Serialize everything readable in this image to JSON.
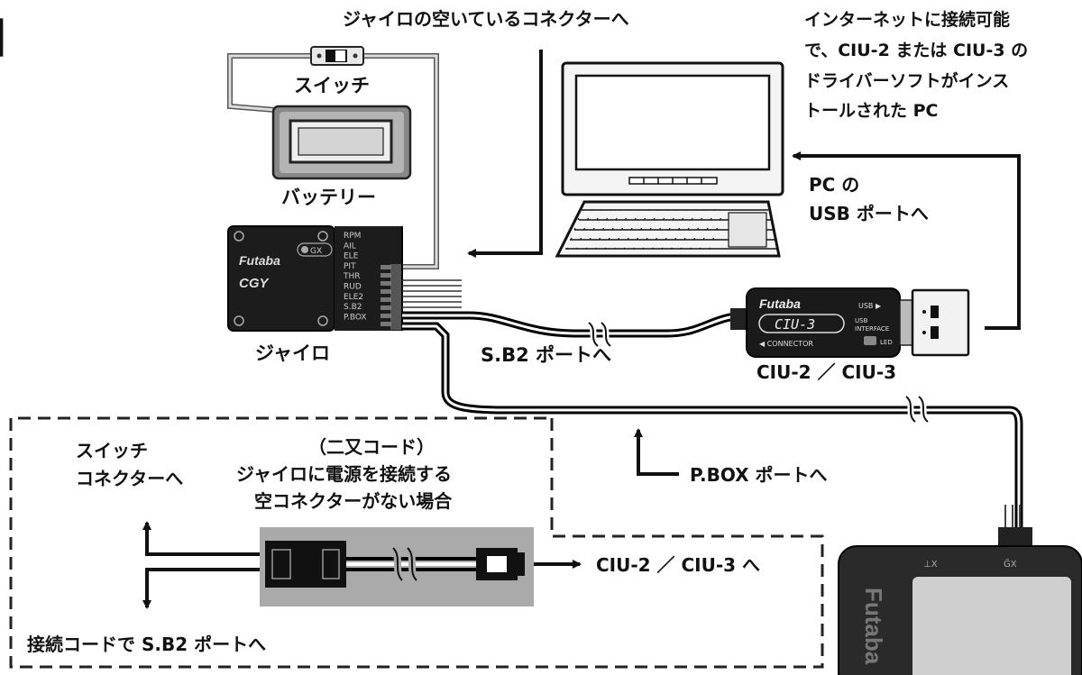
{
  "labels": {
    "gyro_empty_connector": "ジャイロの空いているコネクターへ",
    "pc_note": [
      "インターネットに接続可能",
      "で、CIU-2 または CIU-3 の",
      "ドライバーソフトがインス",
      "トールされた PC"
    ],
    "switch": "スイッチ",
    "battery": "バッテリー",
    "pc_usb": [
      "PC の",
      "USB ポートへ"
    ],
    "gyro": "ジャイロ",
    "sb2_port": "S.B2 ポートへ",
    "ciu_model": "CIU-2 ／ CIU-3",
    "pbox_port": "P.BOX ポートへ",
    "y_cord": [
      "（二又コード）",
      "ジャイロに電源を接続する",
      "空コネクターがない場合"
    ],
    "switch_connector": [
      "スイッチ",
      "コネクターへ"
    ],
    "to_ciu": "CIU-2 ／ CIU-3 へ",
    "via_cord_sb2": "接続コードで S.B2 ポートへ",
    "corner_bracket": "】"
  },
  "gyro_device": {
    "brand": "Futaba",
    "model": "CGY",
    "badge": "GX",
    "ports": [
      "RPM",
      "AIL",
      "ELE",
      "PIT",
      "THR",
      "RUD",
      "ELE2",
      "S.B2",
      "P.BOX"
    ]
  },
  "ciu_device": {
    "brand": "Futaba",
    "model": "CIU-3",
    "usb": "USB ▶",
    "interface": [
      "USB",
      "INTERFACE"
    ],
    "connector": "◀ CONNECTOR",
    "led": "LED"
  },
  "pbox_device": {
    "brand": "Futaba",
    "tx": "⊥X",
    "gx": "G̃X"
  }
}
